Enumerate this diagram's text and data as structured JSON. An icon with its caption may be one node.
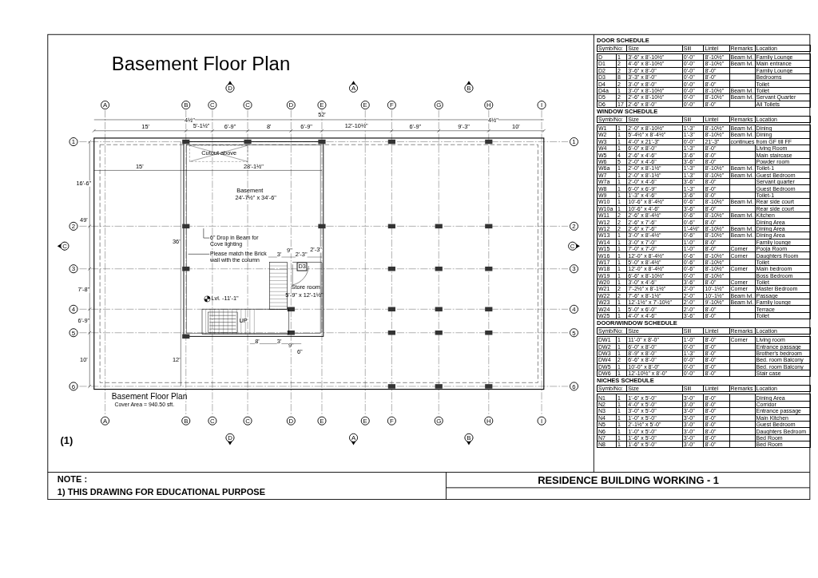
{
  "diagram": {
    "title": "Basement Floor Plan",
    "nodes": [
      {
        "text": [
          "6\" Drop in Beam for Cove lighting"
        ]
      },
      {
        "text": [
          "Please match the Brick wall with the column"
        ]
      }
    ],
    "edges": [
      {
        "from": 0,
        "to": null,
        "arrow": "none"
      },
      {
        "from": 1,
        "to": null,
        "arrow": "none"
      }
    ],
    "labels": [
      "D",
      "A",
      "B",
      "A",
      "B",
      "C",
      "C",
      "D",
      "E",
      "E",
      "F",
      "G",
      "H",
      "I",
      "52'",
      "15'",
      "4½\"",
      "5'-1½\"",
      "6'-9\"",
      "8'",
      "6'-9\"",
      "12'-10½\"",
      "6'-9\"",
      "9'-3\"",
      "4½\"",
      "10'",
      "1",
      "1",
      "Cutout above",
      "15'",
      "28'-1½\"",
      "16'-6\"",
      "Basement",
      "24'-7½\" x 34'-6\"",
      "2",
      "2",
      "36'",
      "C",
      "49'",
      "C",
      "3",
      "3",
      "7'-8\"",
      "3'",
      "9\"",
      "2'-3\"",
      "2'-3\"",
      "D3",
      "Store room",
      "5'-9\" x 12'-1½\"",
      "Lvl. -11'-1\"",
      "4",
      "4",
      "6'-9\"",
      "UP",
      "5",
      "5",
      "8'",
      "3'",
      "9\"",
      "6\"",
      "10'",
      "12'",
      "6",
      "6",
      "Basement Floor Plan",
      "Cover Area = 940.50 sft.",
      "A",
      "B",
      "C",
      "C",
      "D",
      "E",
      "E",
      "F",
      "G",
      "H",
      "I",
      "D",
      "A",
      "B",
      "(1)",
      "NOTE :",
      "1) THIS DRAWING FOR EDUCATIONAL PURPOSE",
      "RESIDENCE BUILDING WORKING - 1",
      "DOOR SCHEDULE",
      "Symb/No:",
      "Size",
      "Sill",
      "Lintel",
      "Remarks",
      "Location",
      "D",
      "1",
      "3'-6\" x 8'-10½\"",
      "0'-0\"",
      "8'-10½\"",
      "Beam lvl.",
      "Family Lounge",
      "D1",
      "2",
      "4'-6\" x 8'-10½\"",
      "0'-0\"",
      "8'-10½\"",
      "Beam lvl.",
      "Main entrance",
      "D2",
      "2",
      "3'-6\" x 8'-0\"",
      "0'-0\"",
      "8'-0\"",
      "Family Lounge",
      "D3",
      "8",
      "3'-3\" x 8'-0\"",
      "0'-0\"",
      "8'-0\"",
      "Bedrooms",
      "D4",
      "2",
      "3'-0\" x 8'-0\"",
      "0'-0\"",
      "8'-0\"",
      "Toilet",
      "D4a",
      "1",
      "3'-0\" x 8'-10½\"",
      "0'-0\"",
      "8'-10½\"",
      "Beam lvl.",
      "Toilet",
      "D5",
      "2",
      "2'-6\" x 8'-10½\"",
      "0'-0\"",
      "8'-10½\"",
      "Beam lvl.",
      "Servant Quarter",
      "D6",
      "17",
      "2'-6\" x 8'-0\"",
      "0'-0\"",
      "8'-0\"",
      "All Toilets",
      "WINDOW SCHEDULE",
      "Symb/No:",
      "Size",
      "Sill",
      "Lintel",
      "Remarks",
      "Location",
      "W1",
      "1",
      "2'-0\" x 8'-10½\"",
      "1'-3\"",
      "8'-10½\"",
      "Beam lvl.",
      "Dining",
      "W2",
      "1",
      "5'-4½\" x 8'-4½\"",
      "1'-3\"",
      "8'-10½\"",
      "Beam lvl.",
      "Dining",
      "W3",
      "1",
      "4'-0\" x 21'-3\"",
      "0'-0\"",
      "21'-3\"",
      "continues from GF till FF",
      "W4",
      "1",
      "6'-0\" x 8'-0\"",
      "1'-3\"",
      "8'-0\"",
      "Living Room",
      "W5",
      "4",
      "2'-6\" x 4'-6\"",
      "3'-6\"",
      "8'-0\"",
      "Main staircase",
      "W6",
      "5",
      "2'-0\" x 4'-6\"",
      "3'-6\"",
      "8'-0\"",
      "Powder room",
      "W6a",
      "1",
      "2'-0\" x 8'-1½\"",
      "1'-3\"",
      "8'-10½\"",
      "Beam lvl.",
      "Toilet-1",
      "W7",
      "1",
      "2'-0\" x 8'-1½\"",
      "1'-3\"",
      "8'-10½\"",
      "Beam lvl.",
      "Guest Bedroom",
      "W7a",
      "1",
      "2'-0\" x 4'-6\"",
      "3'-6\"",
      "8'-0\"",
      "Servant quarter",
      "W8",
      "1",
      "6'-0\" x 6'-9\"",
      "1'-3\"",
      "8'-0\"",
      "Guest Bedroom",
      "W9",
      "1",
      "1'-3\" x 4'-6\"",
      "3'-6\"",
      "8'-0\"",
      "Toilet-1",
      "W10",
      "1",
      "10'-6\" x 8'-4½\"",
      "0'-6\"",
      "8'-10½\"",
      "Beam lvl.",
      "Rear side court",
      "W10a",
      "1",
      "10'-6\" x 4'-6\"",
      "3'-6\"",
      "8'-0\"",
      "Rear side court",
      "W11",
      "2",
      "2'-6\" x 8'-4½\"",
      "0'-6\"",
      "8'-10½\"",
      "Beam lvl.",
      "Kitchen",
      "W12",
      "2",
      "2'-6\" x 7'-6\"",
      "0'-6\"",
      "8'-0\"",
      "Dining Area",
      "W12",
      "2",
      "2'-6\" x 7'-6\"",
      "1'-4½\"",
      "8'-10½\"",
      "Beam lvl.",
      "Dining Area",
      "W13",
      "1",
      "3'-0\" x 8'-4½\"",
      "0'-6\"",
      "8'-10½\"",
      "Beam lvl.",
      "Dining Area",
      "W14",
      "1",
      "3'-0\" x 7'-0\"",
      "1'-0\"",
      "8'-0\"",
      "Family lounge",
      "W15",
      "1",
      "7'-0\" x 7'-0\"",
      "1'-0\"",
      "8'-0\"",
      "Corner",
      "Pooja Room",
      "W16",
      "1",
      "12'-0\" x 8'-4½\"",
      "0'-6\"",
      "8'-10½\"",
      "Corner",
      "Daughters Room",
      "W17",
      "1",
      "5'-0\" x 8'-4½\"",
      "0'-6\"",
      "8'-10½\"",
      "Toilet",
      "W18",
      "1",
      "12'-0\" x 8'-4½\"",
      "0'-6\"",
      "8'-10½\"",
      "Corner",
      "Main bedroom",
      "W19",
      "1",
      "6'-6\" x 8'-10½\"",
      "0'-0\"",
      "8'-10½\"",
      "Boss Bedroom",
      "W20",
      "1",
      "3'-0\" x 4'-6\"",
      "3'-6\"",
      "8'-0\"",
      "Corner",
      "Toilet",
      "W21",
      "2",
      "7'-2½\" x 8'-1½\"",
      "2'-0\"",
      "10'-1½\"",
      "Corner",
      "Master Bedroom",
      "W22",
      "2",
      "7'-6\" x 8'-1½\"",
      "2'-0\"",
      "10'-1½\"",
      "Beam lvl.",
      "Passage",
      "W23",
      "1",
      "12'-1½\" x 7'-10½\"",
      "2'-0\"",
      "9'-10½\"",
      "Beam lvl.",
      "Family lounge",
      "W24",
      "1",
      "5'-0\" x 6'-0\"",
      "2'-0\"",
      "8'-0\"",
      "Terrace",
      "W25",
      "1",
      "4'-0\" x 4'-6\"",
      "3'-6\"",
      "8'-0\"",
      "Toilet",
      "DOOR/WINDOW SCHEDULE",
      "Symb/No:",
      "Size",
      "Sill",
      "Lintel",
      "Remarks",
      "Location",
      "DW1",
      "1",
      "11'-0\" x 8'-0\"",
      "1'-0\"",
      "8'-0\"",
      "Corner",
      "Living room",
      "DW2",
      "1",
      "6'-0\" x 8'-0\"",
      "0'-0\"",
      "8'-0\"",
      "Entrance passage",
      "DW3",
      "1",
      "8'-9\" x 8'-0\"",
      "1'-3\"",
      "8'-0\"",
      "Brother's bedroom",
      "DW4",
      "2",
      "6'-6\" x 8'-0\"",
      "0'-0\"",
      "8'-0\"",
      "Bed. room Balcony",
      "DW5",
      "1",
      "10'-0\" x 8'-0\"",
      "0'-0\"",
      "8'-0\"",
      "Bed. room Balcony",
      "DW6",
      "1",
      "12'-10½\" x 8'-0\"",
      "0'-0\"",
      "8'-0\"",
      "Stair case",
      "NICHES SCHEDULE",
      "Symb/No:",
      "Size",
      "Sill",
      "Lintel",
      "Remarks",
      "Location",
      "N1",
      "1",
      "1'-6\" x 5'-0\"",
      "3'-0\"",
      "8'-0\"",
      "Dining Area",
      "N2",
      "1",
      "4'-0\" x 5'-0\"",
      "3'-0\"",
      "8'-0\"",
      "Corridor",
      "N3",
      "1",
      "3'-0\" x 5'-0\"",
      "3'-0\"",
      "8'-0\"",
      "Entrance passage",
      "N4",
      "1",
      "1'-0\" x 5'-0\"",
      "3'-0\"",
      "8'-0\"",
      "Main Kitchen",
      "N5",
      "1",
      "2'-1½\" x 5'-0\"",
      "3'-0\"",
      "8'-0\"",
      "Guest Bedroom",
      "N6",
      "1",
      "1'-0\" x 5'-0\"",
      "3'-0\"",
      "8'-0\"",
      "Daughters Bedroom",
      "N7",
      "1",
      "1'-6\" x 5'-0\"",
      "3'-0\"",
      "8'-0\"",
      "Bed Room",
      "N8",
      "1",
      "1'-6\" x 5'-0\"",
      "3'-0\"",
      "8'-0\"",
      "Bed Room"
    ]
  }
}
